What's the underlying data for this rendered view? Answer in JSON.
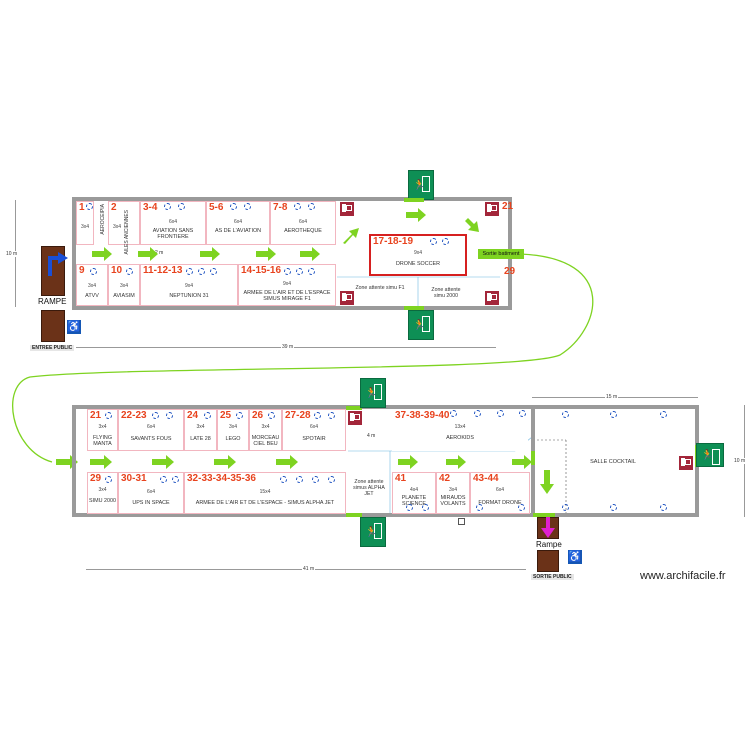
{
  "watermark": "www.archifacile.fr",
  "labels": {
    "rampe_top": "RAMPE",
    "rampe_bottom": "Rampe",
    "entree": "ENTREE PUBLIC",
    "sortie": "SORTIE PUBLIC",
    "sortie_batiment": "Sortie batiment",
    "dim_10m_left": "10 m",
    "dim_10m_right": "10 m",
    "dim_39m": "39 m",
    "dim_41m": "41 m",
    "dim_15m": "15 m",
    "dim_2m": "2 m",
    "dim_4m": "4 m",
    "salle_cocktail": "SALLE COCKTAIL",
    "zone_f1": "Zone attente simu F1",
    "zone_2000": "Zone attente simu 2000",
    "zone_alpha": "Zone attente simus ALPHA JET"
  },
  "top_hall": {
    "top_stands": [
      {
        "num": "1",
        "dim": "3x4",
        "vname": "AEROCEIPIA"
      },
      {
        "num": "2",
        "dim": "3x4",
        "vname": "AILES ANCIENNES"
      },
      {
        "num": "3-4",
        "dim": "6x4",
        "name": "AVIATION SANS FRONTIERE"
      },
      {
        "num": "5-6",
        "dim": "6x4",
        "name": "AS DE L'AVIATION"
      },
      {
        "num": "7-8",
        "dim": "6x4",
        "name": "AEROTHEQUE"
      }
    ],
    "bottom_stands": [
      {
        "num": "9",
        "dim": "3x4",
        "name": "ATVV"
      },
      {
        "num": "10",
        "dim": "3x4",
        "name": "AVIASIM"
      },
      {
        "num": "11-12-13",
        "dim": "9x4",
        "name": "NEPTUNION 31"
      },
      {
        "num": "14-15-16",
        "dim": "9x4",
        "name": "ARMEE DE L'AIR ET DE L'ESPACE SIMUS MIRAGE F1"
      }
    ],
    "center": {
      "num": "17-18-19",
      "dim": "9x4",
      "name": "DRONE SOCCER"
    },
    "corner_top": "21",
    "corner_bottom": "29"
  },
  "bottom_hall": {
    "top_stands": [
      {
        "num": "21",
        "dim": "3x4",
        "name": "FLYING MANTA"
      },
      {
        "num": "22-23",
        "dim": "6x4",
        "name": "SAVANTS FOUS"
      },
      {
        "num": "24",
        "dim": "3x4",
        "name": "LATE 28"
      },
      {
        "num": "25",
        "dim": "3x4",
        "name": "LEGO"
      },
      {
        "num": "26",
        "dim": "3x4",
        "name": "MORCEAU CIEL BEU"
      },
      {
        "num": "27-28",
        "dim": "6x4",
        "name": "SPOTAIR"
      },
      {
        "num": "37-38-39-40",
        "dim": "13x4",
        "name": "AEROKIDS"
      }
    ],
    "bottom_stands": [
      {
        "num": "29",
        "dim": "3x4",
        "name": "SIMU 2000"
      },
      {
        "num": "30-31",
        "dim": "6x4",
        "name": "UPS IN SPACE"
      },
      {
        "num": "32-33-34-35-36",
        "dim": "15x4",
        "name": "ARMEE DE L'AIR ET DE L'ESPACE - SIMUS ALPHA JET"
      },
      {
        "num": "41",
        "dim": "4x4",
        "name": "PLANETE SCIENCE"
      },
      {
        "num": "42",
        "dim": "3x4",
        "name": "MIRAUDS VOLANTS"
      },
      {
        "num": "43-44",
        "dim": "6x4",
        "name": "FORMAT DRONE"
      }
    ]
  },
  "colors": {
    "wall": "#9a9a9a",
    "arrow_green": "#7ed321",
    "stand_number": "#e8431e",
    "exit_green": "#0e8f55",
    "fire_red": "#a3263a",
    "highlight_red": "#d62020",
    "blue_arrow": "#1a4fd6",
    "magenta_arrow": "#e020d0"
  }
}
